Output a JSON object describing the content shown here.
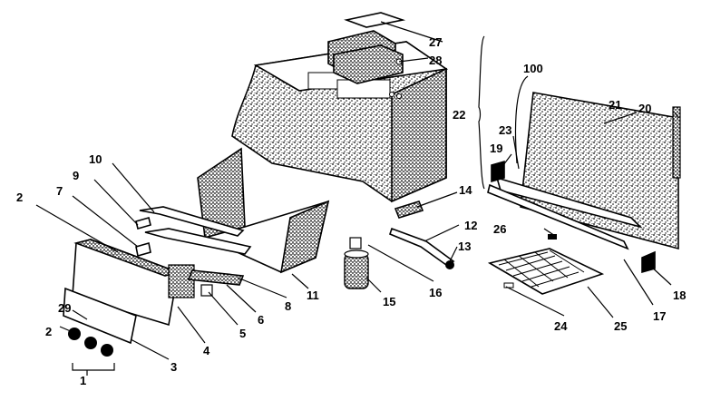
{
  "labels": {
    "l1": "1",
    "l2a": "2",
    "l2b": "2",
    "l3": "3",
    "l4": "4",
    "l5": "5",
    "l6": "6",
    "l7": "7",
    "l8": "8",
    "l9": "9",
    "l10": "10",
    "l11": "11",
    "l12": "12",
    "l13": "13",
    "l14": "14",
    "l15": "15",
    "l16": "16",
    "l17": "17",
    "l18": "18",
    "l19": "19",
    "l20": "20",
    "l21": "21",
    "l22": "22",
    "l23": "23",
    "l24": "24",
    "l25": "25",
    "l26": "26",
    "l27": "27",
    "l28": "28",
    "l29": "29",
    "l100": "100"
  },
  "colors": {
    "ink": "#000000",
    "paper": "#ffffff"
  }
}
